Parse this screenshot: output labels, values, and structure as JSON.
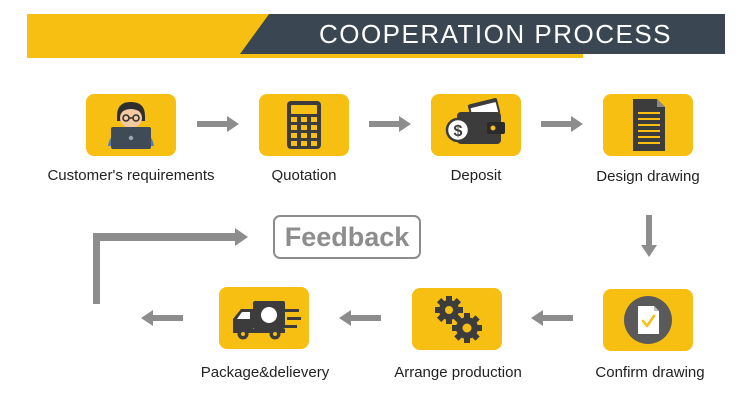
{
  "header": {
    "title": "COOPERATION PROCESS"
  },
  "steps": [
    {
      "label": "Customer's requirements",
      "icon": "person-laptop-icon"
    },
    {
      "label": "Quotation",
      "icon": "calculator-icon"
    },
    {
      "label": "Deposit",
      "icon": "wallet-money-icon"
    },
    {
      "label": "Design drawing",
      "icon": "document-icon"
    },
    {
      "label": "Confirm drawing",
      "icon": "confirm-document-icon"
    },
    {
      "label": "Arrange production",
      "icon": "gears-icon"
    },
    {
      "label": "Package&delievery",
      "icon": "delivery-truck-icon"
    }
  ],
  "feedback": {
    "label": "Feedback"
  },
  "colors": {
    "accent": "#f7bf11",
    "banner_dark": "#3a4753",
    "arrow": "#8d8d8d",
    "text": "#222222"
  }
}
